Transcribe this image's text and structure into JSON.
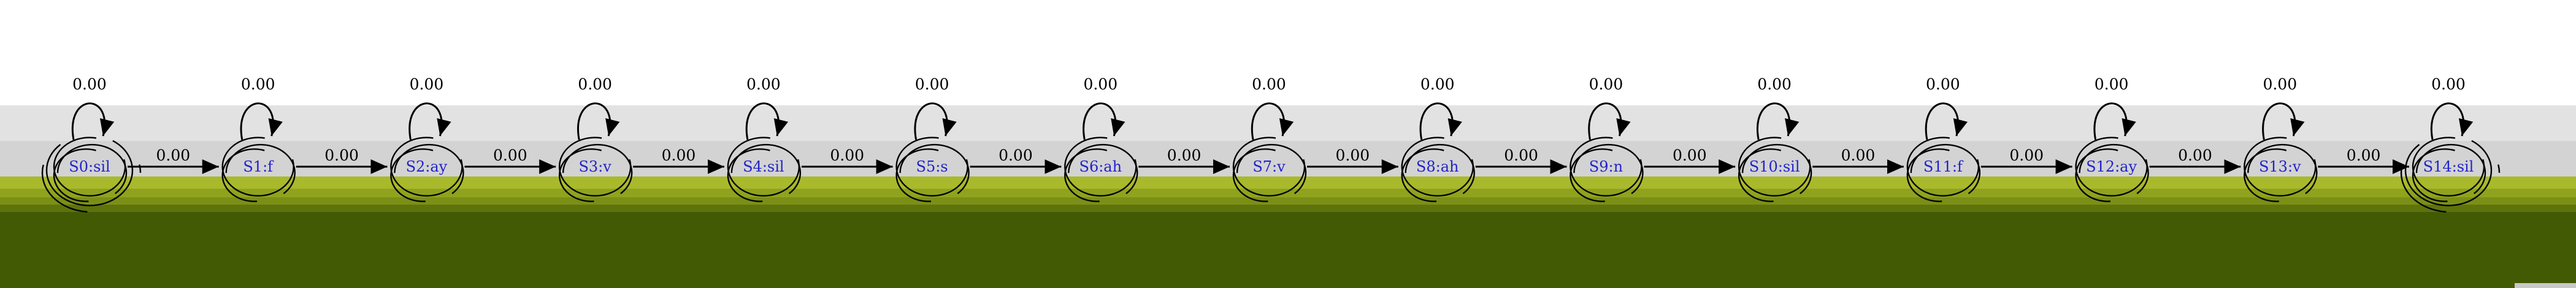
{
  "colors": {
    "background": "#ffffff",
    "band_light": "#e2e2e2",
    "band_mid": "#d3d3d3",
    "olive_light": "#a9b92c",
    "olive_mid": "#7b8f16",
    "olive_dark": "#435a05",
    "corner": "#c8c8c8",
    "label": "#2222cc",
    "edge": "#000000"
  },
  "diagram": {
    "states": [
      {
        "id": "S0",
        "label": "S0:sil",
        "role": "start"
      },
      {
        "id": "S1",
        "label": "S1:f",
        "role": "normal"
      },
      {
        "id": "S2",
        "label": "S2:ay",
        "role": "normal"
      },
      {
        "id": "S3",
        "label": "S3:v",
        "role": "normal"
      },
      {
        "id": "S4",
        "label": "S4:sil",
        "role": "normal"
      },
      {
        "id": "S5",
        "label": "S5:s",
        "role": "normal"
      },
      {
        "id": "S6",
        "label": "S6:ah",
        "role": "normal"
      },
      {
        "id": "S7",
        "label": "S7:v",
        "role": "normal"
      },
      {
        "id": "S8",
        "label": "S8:ah",
        "role": "normal"
      },
      {
        "id": "S9",
        "label": "S9:n",
        "role": "normal"
      },
      {
        "id": "S10",
        "label": "S10:sil",
        "role": "normal"
      },
      {
        "id": "S11",
        "label": "S11:f",
        "role": "normal"
      },
      {
        "id": "S12",
        "label": "S12:ay",
        "role": "normal"
      },
      {
        "id": "S13",
        "label": "S13:v",
        "role": "normal"
      },
      {
        "id": "S14",
        "label": "S14:sil",
        "role": "final"
      }
    ],
    "self_loops": [
      {
        "state": "S0",
        "label": "0.00"
      },
      {
        "state": "S1",
        "label": "0.00"
      },
      {
        "state": "S2",
        "label": "0.00"
      },
      {
        "state": "S3",
        "label": "0.00"
      },
      {
        "state": "S4",
        "label": "0.00"
      },
      {
        "state": "S5",
        "label": "0.00"
      },
      {
        "state": "S6",
        "label": "0.00"
      },
      {
        "state": "S7",
        "label": "0.00"
      },
      {
        "state": "S8",
        "label": "0.00"
      },
      {
        "state": "S9",
        "label": "0.00"
      },
      {
        "state": "S10",
        "label": "0.00"
      },
      {
        "state": "S11",
        "label": "0.00"
      },
      {
        "state": "S12",
        "label": "0.00"
      },
      {
        "state": "S13",
        "label": "0.00"
      },
      {
        "state": "S14",
        "label": "0.00"
      }
    ],
    "transitions": [
      {
        "from": "S0",
        "to": "S1",
        "label": "0.00"
      },
      {
        "from": "S1",
        "to": "S2",
        "label": "0.00"
      },
      {
        "from": "S2",
        "to": "S3",
        "label": "0.00"
      },
      {
        "from": "S3",
        "to": "S4",
        "label": "0.00"
      },
      {
        "from": "S4",
        "to": "S5",
        "label": "0.00"
      },
      {
        "from": "S5",
        "to": "S6",
        "label": "0.00"
      },
      {
        "from": "S6",
        "to": "S7",
        "label": "0.00"
      },
      {
        "from": "S7",
        "to": "S8",
        "label": "0.00"
      },
      {
        "from": "S8",
        "to": "S9",
        "label": "0.00"
      },
      {
        "from": "S9",
        "to": "S10",
        "label": "0.00"
      },
      {
        "from": "S10",
        "to": "S11",
        "label": "0.00"
      },
      {
        "from": "S11",
        "to": "S12",
        "label": "0.00"
      },
      {
        "from": "S12",
        "to": "S13",
        "label": "0.00"
      },
      {
        "from": "S13",
        "to": "S14",
        "label": "0.00"
      }
    ]
  }
}
